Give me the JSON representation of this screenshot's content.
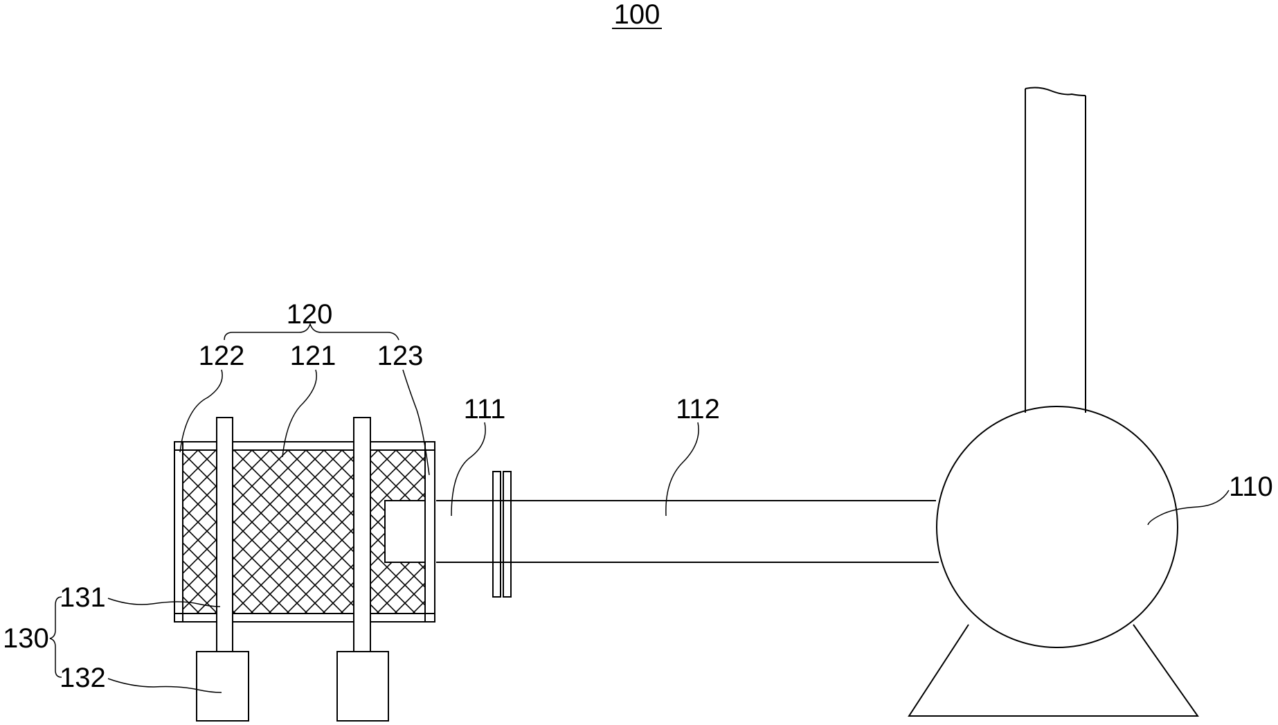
{
  "figure": {
    "title_ref": "100",
    "labels": {
      "fan": "110",
      "outlet": "111",
      "duct": "112",
      "filter_assembly": "120",
      "filter_medium": "121",
      "frame_left": "122",
      "frame_right": "123",
      "support_assembly": "130",
      "support_rod": "131",
      "support_base": "132"
    }
  }
}
